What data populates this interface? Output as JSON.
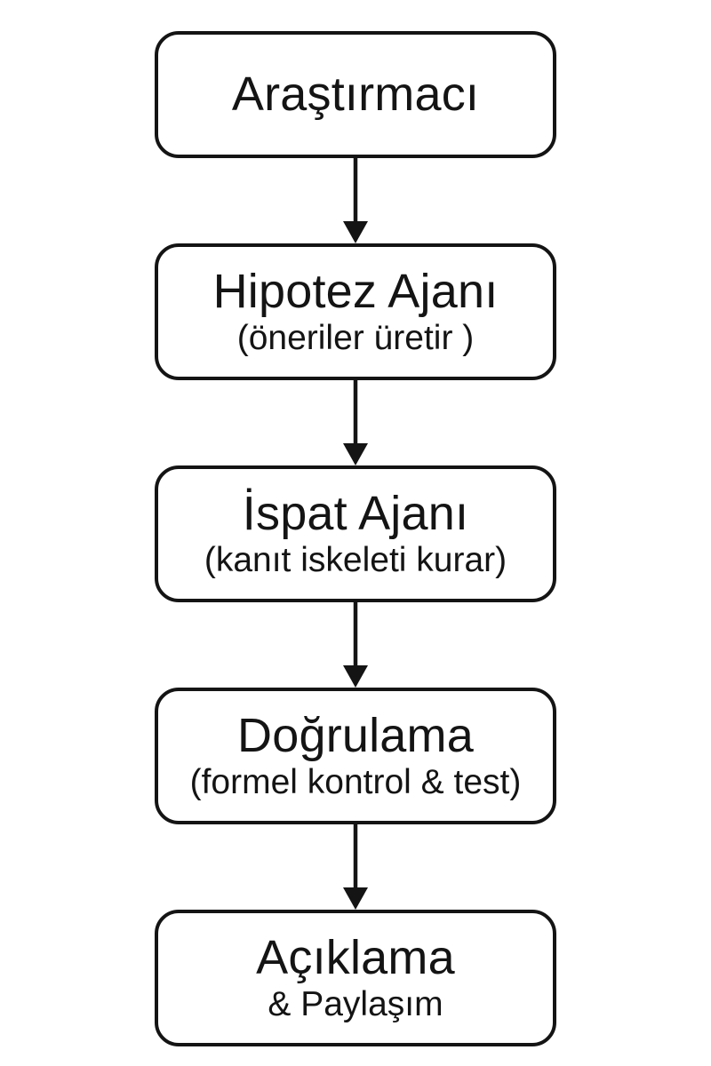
{
  "diagram": {
    "title": "Research agent pipeline flowchart",
    "colors": {
      "ink": "#141414",
      "background": "#ffffff"
    },
    "nodes": [
      {
        "title": "Araştırmacı",
        "subtitle": ""
      },
      {
        "title": "Hipotez Ajanı",
        "subtitle": "(öneriler üretir )"
      },
      {
        "title": "İspat Ajanı",
        "subtitle": "(kanıt iskeleti kurar)"
      },
      {
        "title": "Doğrulama",
        "subtitle": "(formel kontrol & test)"
      },
      {
        "title": "Açıklama",
        "subtitle": "& Paylaşım"
      }
    ],
    "connections": [
      {
        "from": 0,
        "to": 1
      },
      {
        "from": 1,
        "to": 2
      },
      {
        "from": 2,
        "to": 3
      },
      {
        "from": 3,
        "to": 4
      }
    ]
  }
}
